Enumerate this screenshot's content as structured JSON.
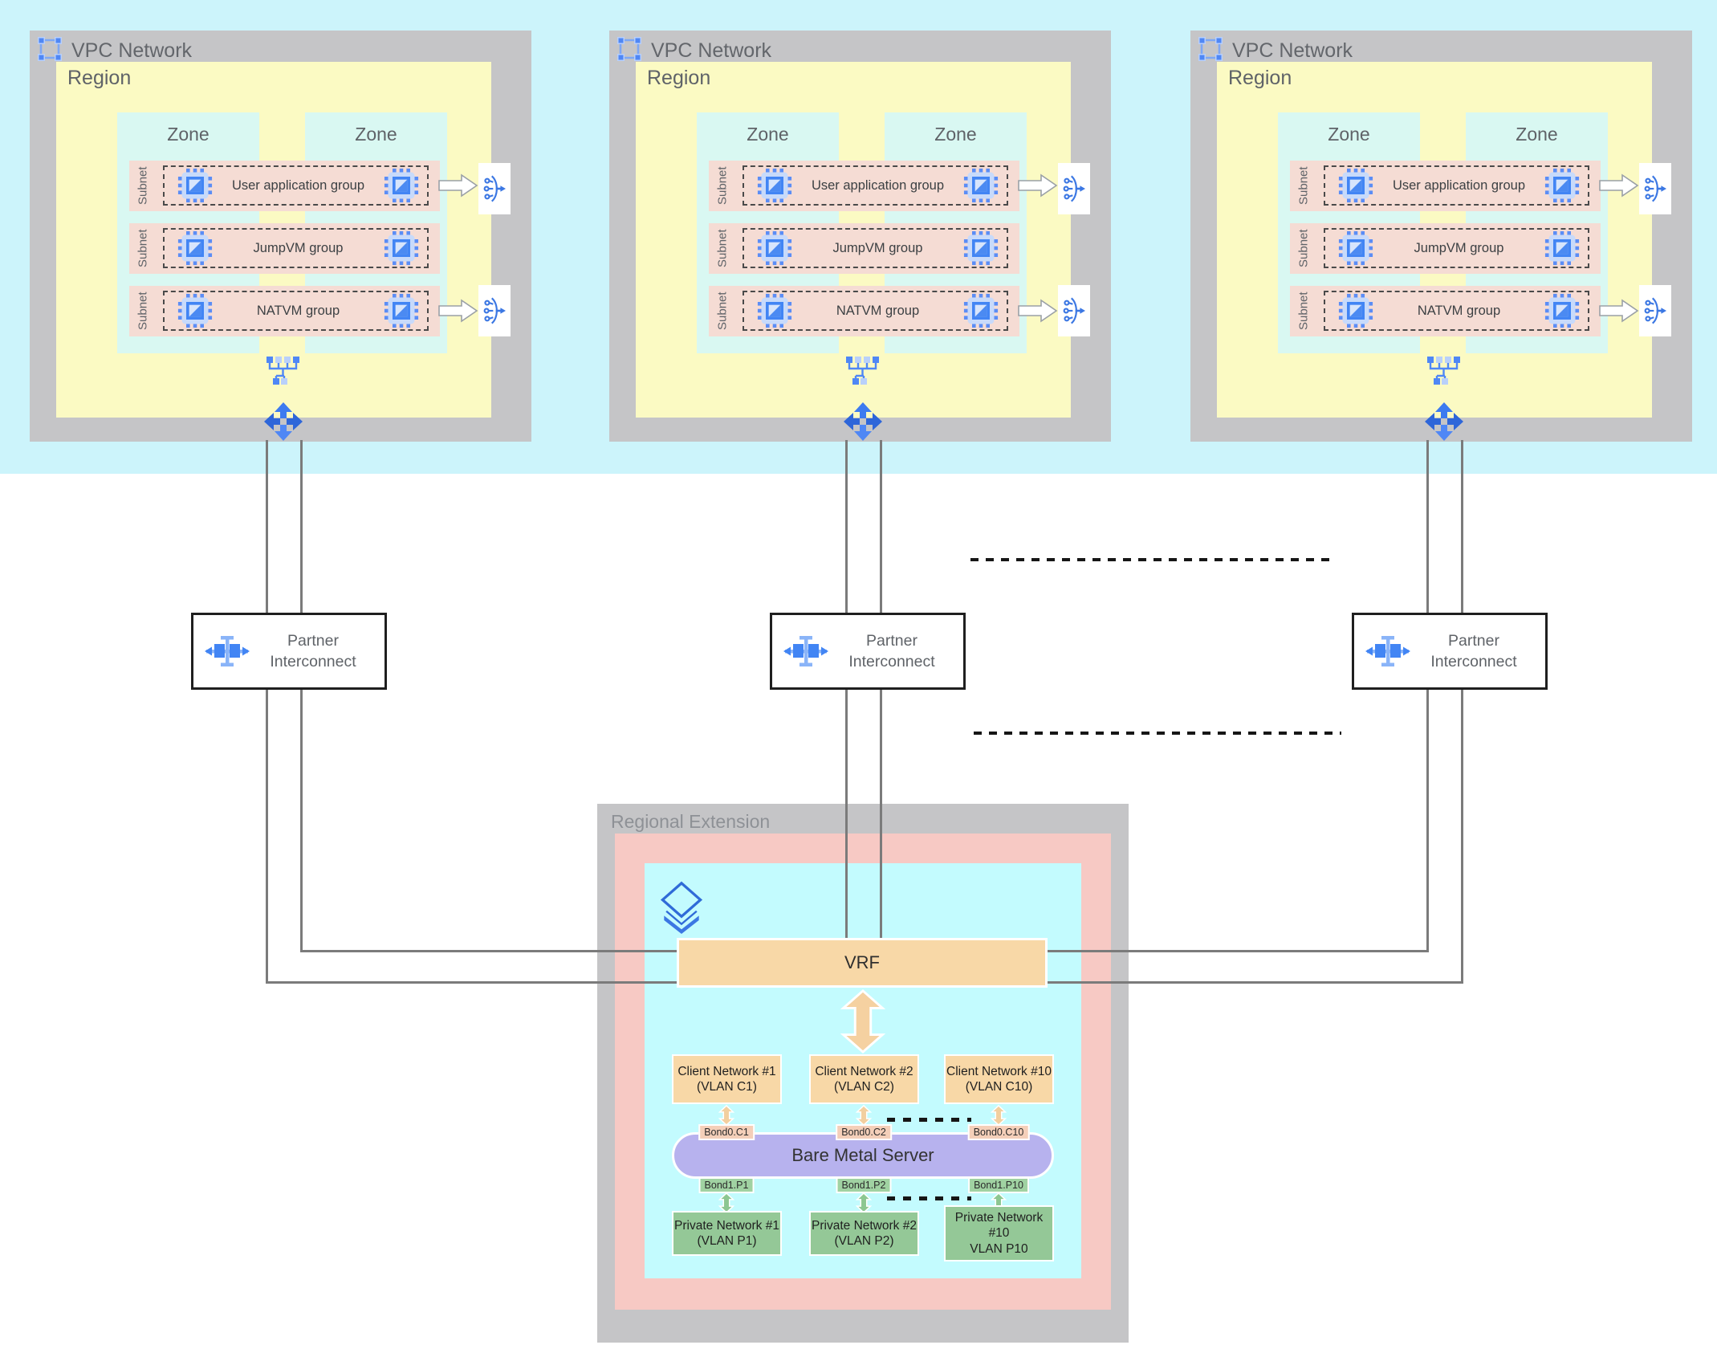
{
  "vpc": {
    "title": "VPC Network",
    "region_label": "Region",
    "zone_label": "Zone",
    "subnet_label": "Subnet",
    "groups": [
      "User application group",
      "JumpVM group",
      "NATVM group"
    ]
  },
  "interconnect": {
    "label": "Partner Interconnect"
  },
  "regional_extension": {
    "title": "Regional Extension",
    "vrf_label": "VRF",
    "server_label": "Bare Metal Server",
    "client_networks": [
      {
        "name": "Client Network #1",
        "vlan": "(VLAN C1)",
        "bond": "Bond0.C1"
      },
      {
        "name": "Client Network #2",
        "vlan": "(VLAN C2)",
        "bond": "Bond0.C2"
      },
      {
        "name": "Client Network #10",
        "vlan": "(VLAN C10)",
        "bond": "Bond0.C10"
      }
    ],
    "private_networks": [
      {
        "name": "Private Network #1",
        "vlan": "(VLAN P1)",
        "bond": "Bond1.P1"
      },
      {
        "name": "Private Network #2",
        "vlan": "(VLAN P2)",
        "bond": "Bond1.P2"
      },
      {
        "name": "Private Network #10",
        "vlan": "VLAN P10",
        "bond": "Bond1.P10"
      }
    ]
  },
  "colors": {
    "cloud_band": "#ccf4fb",
    "container_gray": "#c5c5c7",
    "region_yellow": "#fbfac3",
    "zone_cyan": "#d9f8f2",
    "subnet_pink": "#f5dcd4",
    "extension_pink": "#f7c9c4",
    "extension_cyan": "#c3fbfe",
    "vrf_orange": "#f8d8a7",
    "private_green": "#94c897",
    "server_purple": "#b7b2ee",
    "icon_blue": "#4285f4",
    "line_gray": "#7b7b7b"
  }
}
